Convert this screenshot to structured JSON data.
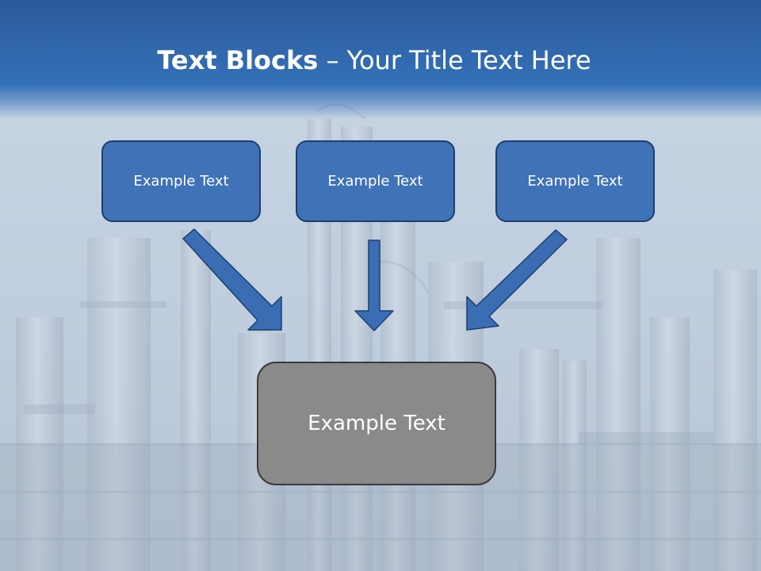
{
  "slide": {
    "title_bold": "Text Blocks",
    "title_rest": " – Your Title Text Here"
  },
  "blocks": [
    {
      "label": "Example Text"
    },
    {
      "label": "Example Text"
    },
    {
      "label": "Example Text"
    }
  ],
  "center_block": {
    "label": "Example Text"
  },
  "colors": {
    "title_band": "#3470b8",
    "block_fill": "#3f72b6",
    "block_border": "#1d3f6e",
    "center_fill": "#8a8a8a",
    "arrow": "#3a6db4"
  }
}
